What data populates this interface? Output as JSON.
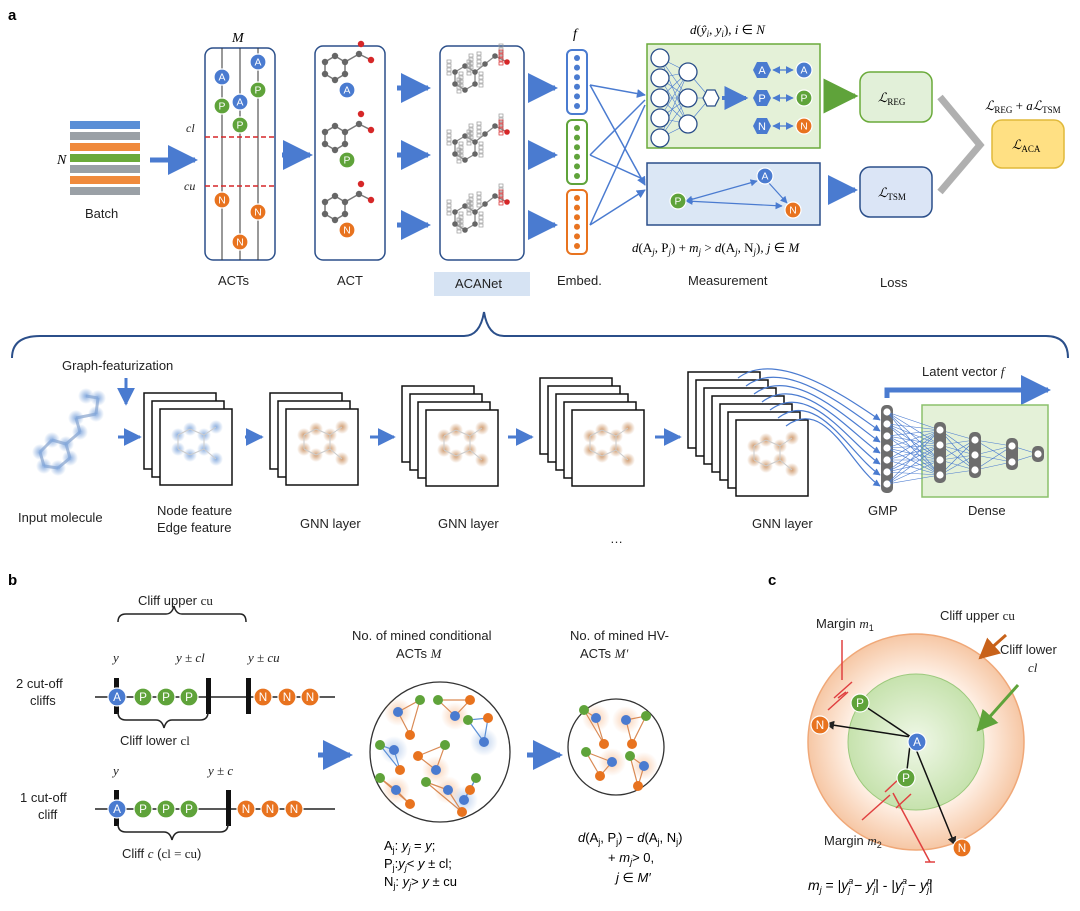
{
  "figure": {
    "panel_a": {
      "letter": "a",
      "batch": {
        "n_label": "N",
        "label": "Batch",
        "stripe_colors": [
          "#5b8fd6",
          "#9aa0a6",
          "#f08a3c",
          "#6aaa3a",
          "#9aa0a6",
          "#f08a3c",
          "#9aa0a6"
        ]
      },
      "acts": {
        "m_label": "M",
        "cl_label": "cl",
        "cu_label": "cu",
        "caption": "ACTs"
      },
      "act": {
        "caption": "ACT"
      },
      "acanet": {
        "caption": "ACANet"
      },
      "embed": {
        "f_label": "f",
        "caption": "Embed."
      },
      "measurement": {
        "top_formula": "d(ŷ_i, y_i), i ∈ N",
        "bottom_formula": "d(A_j, P_j) + m_j > d(A_j, N_j), j ∈ M",
        "caption": "Measurement"
      },
      "loss": {
        "reg": "ℒ_REG",
        "tsm": "ℒ_TSM",
        "caption": "Loss"
      },
      "aca": {
        "top": "ℒ_REG + aℒ_TSM",
        "box": "ℒ_ACA"
      },
      "nodes": {
        "anchor": "A",
        "positive": "P",
        "negative": "N"
      },
      "pipeline": {
        "graph_featurization": "Graph-featurization",
        "input_molecule": "Input molecule",
        "node_feature": "Node feature",
        "edge_feature": "Edge feature",
        "gnn1": "GNN layer",
        "gnn2": "GNN layer",
        "ellipsis": "…",
        "gnn_last": "GNN layer",
        "latent": "Latent vector f",
        "gmp": "GMP",
        "dense": "Dense"
      }
    },
    "panel_b": {
      "letter": "b",
      "cliff_upper": "Cliff upper cu",
      "y": "y",
      "y_cl": "y ± cl",
      "y_cu": "y ± cu",
      "two_cutoff": [
        "2 cut-off",
        "cliffs"
      ],
      "cliff_lower": "Cliff lower cl",
      "y_c": "y ± c",
      "one_cutoff": [
        "1 cut-off",
        "cliff"
      ],
      "cliff_c": "Cliff c (cl = cu)",
      "mined_cond": [
        "No. of mined conditional",
        "ACTs M"
      ],
      "mined_hv": [
        "No. of mined HV-",
        "ACTs M′"
      ],
      "defs": [
        "A_j: y_j = y;",
        "P_j: y_j < y ± cl;",
        "N_j: y_j > y ± cu"
      ],
      "hv_defs": [
        "d(A_j, P_j) − d(A_j, N_j)",
        "+ m_j > 0,",
        "j ∈ M′"
      ]
    },
    "panel_c": {
      "letter": "c",
      "margin1": "Margin m₁",
      "margin2": "Margin m₂",
      "cliff_upper": "Cliff upper cu",
      "cliff_lower": [
        "Cliff lower",
        "cl"
      ],
      "formula": "m_j = |y_j^a − y_j^n| - |y_j^a − y_j^p|"
    },
    "colors": {
      "blue": "#4a7bd0",
      "green": "#5fa33a",
      "orange": "#e8731f",
      "arrow": "#4a7bd0",
      "acanet_highlight": "#d6e3f3",
      "measure_green_fill": "#e4f1d8",
      "measure_blue_fill": "#dbe7f5",
      "loss_reg_fill": "#e2f0d9",
      "loss_tsm_fill": "#dbe5f6",
      "aca_fill": "#ffe083"
    }
  }
}
